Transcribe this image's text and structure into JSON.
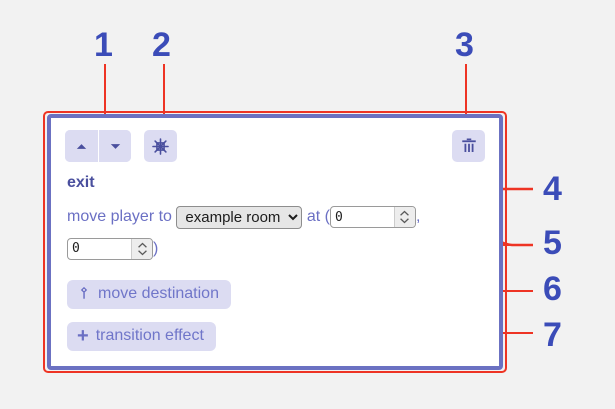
{
  "panel": {
    "toolbar": {
      "move_up": {
        "name": "move-up-button",
        "icon": "triangle-up-icon"
      },
      "move_down": {
        "name": "move-down-button",
        "icon": "triangle-down-icon"
      },
      "freeze": {
        "name": "freeze-button",
        "icon": "snowflake-icon"
      },
      "delete": {
        "name": "delete-button",
        "icon": "trash-icon"
      }
    },
    "title": "exit",
    "statement": {
      "prefix": "move player to",
      "room_select": {
        "value": "example room",
        "options": [
          "example room"
        ],
        "chevron": "chevron-down-icon"
      },
      "at_label": "at (",
      "x_value": "0",
      "separator": ",",
      "y_value": "0",
      "close_paren": ")"
    },
    "chips": [
      {
        "icon": "map-pin-icon",
        "label": "move destination"
      },
      {
        "icon": "plus-icon",
        "label": "transition effect"
      }
    ]
  },
  "annotations": {
    "numbers": [
      "1",
      "2",
      "3",
      "4",
      "5",
      "6",
      "7"
    ]
  },
  "colors": {
    "accent_blue": "#3b4cb8",
    "panel_border": "#6b71c2",
    "annotation_red": "#ee3424",
    "text_purple": "#6b70c4",
    "chip_bg": "#dcdcf2",
    "page_bg": "#f2f2f2"
  }
}
